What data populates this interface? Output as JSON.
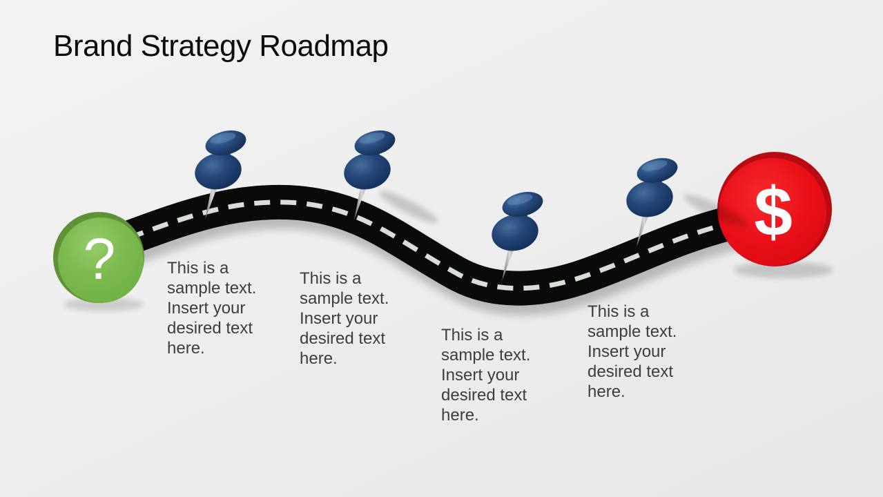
{
  "slide": {
    "title": "Brand Strategy Roadmap",
    "background_top": "#f3f3f3",
    "background_bottom": "#e7e7e7"
  },
  "road": {
    "color": "#0a0a0a",
    "dash_color": "#d8ddd8"
  },
  "start_marker": {
    "symbol": "?",
    "fill": "#7ab84d",
    "rim": "#5f9138",
    "symbol_color": "#ffffff"
  },
  "end_marker": {
    "symbol": "$",
    "fill": "#e80f17",
    "rim": "#b90c12",
    "symbol_color": "#ffffff"
  },
  "pins": {
    "color": "#23497b",
    "needle_color": "#9a9a9a",
    "count": 4
  },
  "milestones": [
    {
      "text": "This is a sample text. Insert your desired text here."
    },
    {
      "text": "This is a sample text. Insert your desired text here."
    },
    {
      "text": "This is a sample text. Insert your desired text here."
    },
    {
      "text": "This is a sample text. Insert your desired text here."
    }
  ]
}
